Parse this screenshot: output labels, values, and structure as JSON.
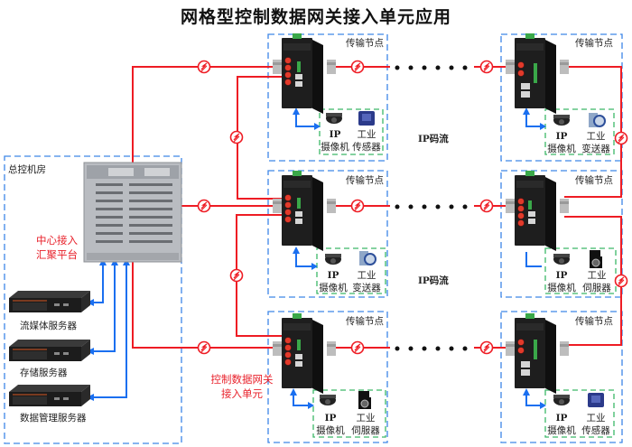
{
  "title": "网格型控制数据网关接入单元应用",
  "control_room": {
    "label": "总控机房",
    "platform_label_line1": "中心接入",
    "platform_label_line2": "汇聚平台",
    "servers": [
      {
        "label": "流媒体服务器"
      },
      {
        "label": "存储服务器"
      },
      {
        "label": "数据管理服务器"
      }
    ]
  },
  "gateway_label_line1": "控制数据网关",
  "gateway_label_line2": "接入单元",
  "stream_labels": [
    "IP码流",
    "IP码流"
  ],
  "nodes": [
    {
      "title": "传输节点",
      "device1_line1": "IP",
      "device1_line2": "摄像机",
      "device2_line1": "工业",
      "device2_line2": "传感器"
    },
    {
      "title": "传输节点",
      "device1_line1": "IP",
      "device1_line2": "摄像机",
      "device2_line1": "工业",
      "device2_line2": "变送器"
    },
    {
      "title": "传输节点",
      "device1_line1": "IP",
      "device1_line2": "摄像机",
      "device2_line1": "工业",
      "device2_line2": "变送器"
    },
    {
      "title": "传输节点",
      "device1_line1": "IP",
      "device1_line2": "摄像机",
      "device2_line1": "工业",
      "device2_line2": "伺服器"
    },
    {
      "title": "传输节点",
      "device1_line1": "IP",
      "device1_line2": "摄像机",
      "device2_line1": "工业",
      "device2_line2": "伺服器"
    },
    {
      "title": "传输节点",
      "device1_line1": "IP",
      "device1_line2": "摄像机",
      "device2_line1": "工业",
      "device2_line2": "传感器"
    }
  ],
  "colors": {
    "fiber_link": "#ee1c24",
    "ethernet_link": "#1a6ff0",
    "node_border": "#3d86e8",
    "device_group_border": "#3cb868"
  }
}
